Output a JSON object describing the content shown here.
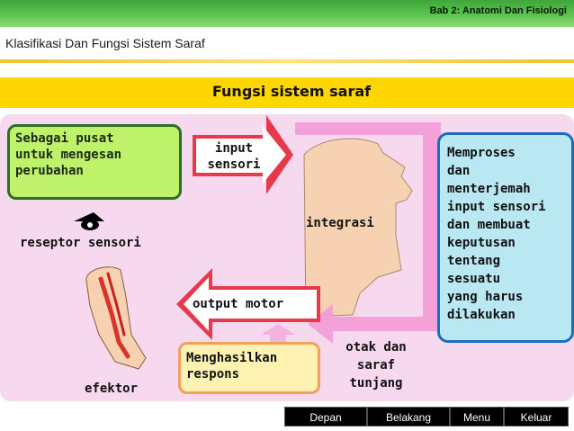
{
  "header": {
    "chapter": "Bab 2: Anatomi Dan Fisiologi"
  },
  "subtitle": "Klasifikasi Dan Fungsi Sistem Saraf",
  "section_title": "Fungsi sistem saraf",
  "boxes": {
    "center_purpose": "Sebagai pusat\nuntuk mengesan\nperubahan",
    "process": "Memproses\ndan\nmenterjemah\ninput sensori\ndan membuat\nkeputusan\ntentang\nsesuatu\nyang harus\ndilakukan",
    "response": "Menghasilkan\nrespons"
  },
  "arrows": {
    "input": "input\nsensori",
    "output": "output motor"
  },
  "labels": {
    "receptor": "reseptor sensori",
    "integration": "integrasi",
    "effector": "efektor",
    "brain": "otak dan\nsaraf\ntunjang"
  },
  "nav": {
    "home": "Depan",
    "back": "Belakang",
    "menu": "Menu",
    "exit": "Keluar"
  },
  "colors": {
    "green_bar": "#5cc34f",
    "yellow_band": "#ffd700",
    "panel_pink": "#f6d9ee",
    "arrow_red": "#e6394b",
    "box_green": "#bdf26a",
    "box_blue": "#b9e8f3",
    "box_yellow": "#fdf2b2"
  }
}
